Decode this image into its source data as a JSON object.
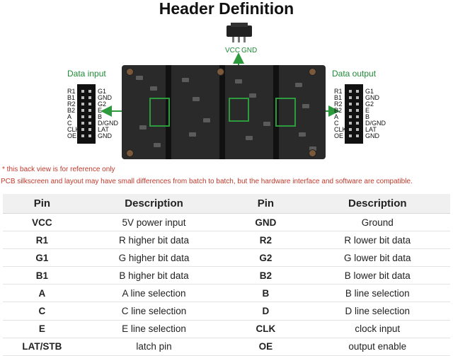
{
  "title": "Header Definition",
  "power_header": {
    "labels": [
      "VCC",
      "GND"
    ]
  },
  "data_input": {
    "label": "Data input",
    "left_pins": [
      "R1",
      "B1",
      "R2",
      "B2",
      "A",
      "C",
      "CLK",
      "OE"
    ],
    "right_pins": [
      "G1",
      "GND",
      "G2",
      "E",
      "B",
      "D/GND",
      "LAT",
      "GND"
    ]
  },
  "data_output": {
    "label": "Data output",
    "left_pins": [
      "R1",
      "B1",
      "R2",
      "B2",
      "A",
      "C",
      "CLK",
      "OE"
    ],
    "right_pins": [
      "G1",
      "GND",
      "G2",
      "E",
      "B",
      "D/GND",
      "LAT",
      "GND"
    ]
  },
  "notes": [
    "* this back view is for reference only",
    "PCB silkscreen and layout may have small differences from batch to batch, but the hardware interface and software are compatible."
  ],
  "table": {
    "headers": [
      "Pin",
      "Description",
      "Pin",
      "Description"
    ],
    "rows": [
      [
        "VCC",
        "5V power input",
        "GND",
        "Ground"
      ],
      [
        "R1",
        "R higher bit data",
        "R2",
        "R lower bit data"
      ],
      [
        "G1",
        "G higher bit data",
        "G2",
        "G lower bit data"
      ],
      [
        "B1",
        "B higher bit data",
        "B2",
        "B lower bit data"
      ],
      [
        "A",
        "A line selection",
        "B",
        "B line selection"
      ],
      [
        "C",
        "C line selection",
        "D",
        "D line selection"
      ],
      [
        "E",
        "E line selection",
        "CLK",
        "clock input"
      ],
      [
        "LAT/STB",
        "latch pin",
        "OE",
        "output enable"
      ]
    ]
  },
  "colors": {
    "accent_green": "#2e9a3e",
    "note_red": "#c0392b"
  }
}
